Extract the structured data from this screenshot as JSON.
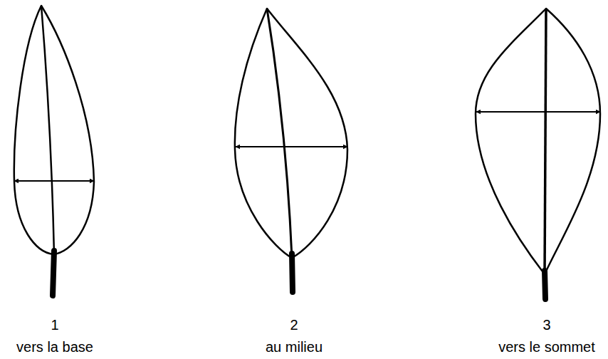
{
  "diagram": {
    "labels": [
      "1",
      "vers la base",
      "2",
      "au milieu",
      "3",
      "vers le sommet"
    ]
  }
}
